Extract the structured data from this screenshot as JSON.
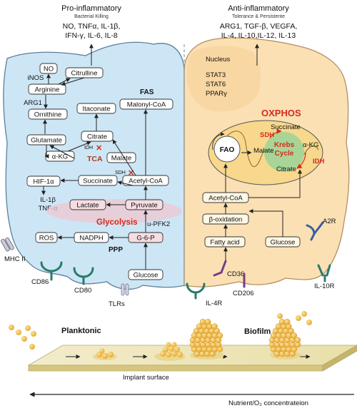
{
  "left": {
    "header": {
      "title": "Pro-inflammatory",
      "subtitle": "Bacterial Killing",
      "cytokines_line1": "NO, TNFα, IL-1β,",
      "cytokines_line2": "IFN-γ, IL-6, IL-8"
    },
    "nodes": {
      "no": "NO",
      "inos": "iNOS",
      "citrulline": "Citrulline",
      "arginine": "Arginine",
      "arg1": "ARG1",
      "ornithine": "Ornithine",
      "glutamate": "Glutamate",
      "akg": "α-KG",
      "itaconate": "Itaconate",
      "citrate": "Citrate",
      "idh": "IDH",
      "tca": "TCA",
      "malate": "Malate",
      "sdh": "SDH",
      "succinate": "Succinate",
      "hif": "HIF-1α",
      "il1b": "IL-1β",
      "tnfa": "TNF-α",
      "fas": "FAS",
      "malonyl": "Malonyl-CoA",
      "acetyl": "Acetyl-CoA",
      "lactate": "Lactate",
      "pyruvate": "Pyruvate",
      "glycolysis": "Glycolysis",
      "upfk2": "u-PFK2",
      "ros": "ROS",
      "nadph": "NADPH",
      "g6p": "G-6-P",
      "ppp": "PPP",
      "glucose": "Glucose"
    },
    "receptors": {
      "mhc2": "MHC II",
      "cd86": "CD86",
      "cd80": "CD80",
      "tlrs": "TLRs",
      "il4r": "IL-4R"
    }
  },
  "right": {
    "header": {
      "title": "Anti-inflammatory",
      "subtitle": "Tolerance & Persistente",
      "cytokines_line1": "ARG1, TGF-β, VEGFA,",
      "cytokines_line2": "IL-4, IL-10,IL-12, IL-13"
    },
    "nucleus": {
      "label": "Nucleus",
      "line1": "STAT3",
      "line2": "STAT6",
      "line3": "PPARγ"
    },
    "mito": {
      "oxphos": "OXPHOS",
      "fao": "FAO",
      "succinate": "Succinate",
      "sdh": "SDH",
      "krebs1": "Krebs",
      "krebs2": "Cycle",
      "malate": "Malate",
      "akg": "α-KG",
      "citrate": "Citrate",
      "idh": "IDH"
    },
    "nodes": {
      "acetyl": "Acetyl-CoA",
      "boxidation": "β-oxidation",
      "fatty": "Fatty acid",
      "glucose": "Glucose"
    },
    "receptors": {
      "a2r": "A2R",
      "cd36": "CD36",
      "cd206": "CD206",
      "il10r": "IL-10R"
    }
  },
  "bottom": {
    "planktonic": "Planktonic",
    "biofilm": "Biofilm",
    "surface": "Implant surface",
    "gradient": "Nutrient/O₂ concentrateion"
  },
  "colors": {
    "left_cell": "#cde6f5",
    "right_cell": "#fbe0b4",
    "mito": "#f7d88c",
    "krebs": "#a8d596",
    "red": "#d42b1e",
    "pink": "#efc7cf",
    "bacteria": "#f1b43c"
  }
}
